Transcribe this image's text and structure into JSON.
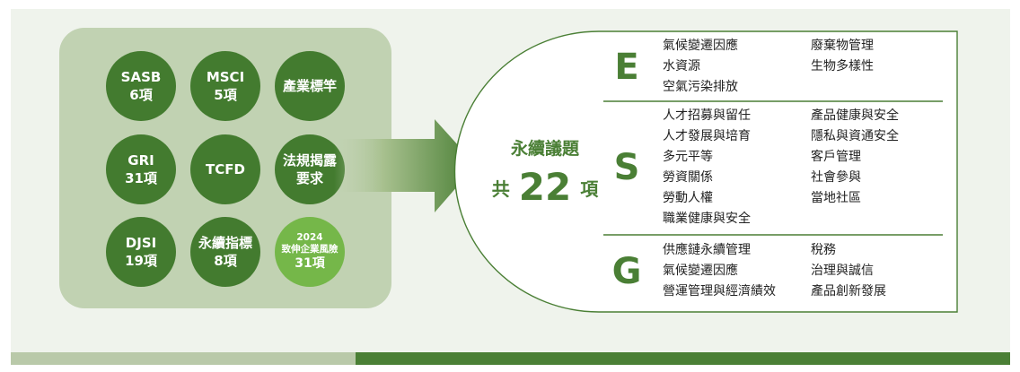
{
  "frameworks": [
    {
      "id": "sasb",
      "lines": [
        "SASB",
        "6項"
      ]
    },
    {
      "id": "msci",
      "lines": [
        "MSCI",
        "5項"
      ]
    },
    {
      "id": "industry",
      "lines": [
        "產業標竿"
      ]
    },
    {
      "id": "gri",
      "lines": [
        "GRI",
        "31項"
      ]
    },
    {
      "id": "tcfd",
      "lines": [
        "TCFD"
      ]
    },
    {
      "id": "regulation",
      "lines": [
        "法規揭露",
        "要求"
      ]
    },
    {
      "id": "djsi",
      "lines": [
        "DJSI",
        "19項"
      ]
    },
    {
      "id": "indicator",
      "lines": [
        "永續指標",
        "8項"
      ]
    },
    {
      "id": "risk",
      "lines": [
        "2024",
        "致伸企業風險",
        "31項"
      ]
    }
  ],
  "center": {
    "title": "永續議題",
    "prefix": "共",
    "count": "22",
    "suffix": "項"
  },
  "sections": {
    "E": {
      "letter": "E",
      "left": [
        "氣候變遷因應",
        "水資源",
        "空氣污染排放"
      ],
      "right": [
        "廢棄物管理",
        "生物多樣性"
      ]
    },
    "S": {
      "letter": "S",
      "left": [
        "人才招募與留任",
        "人才發展與培育",
        "多元平等",
        "勞資關係",
        "勞動人權",
        "職業健康與安全"
      ],
      "right": [
        "產品健康與安全",
        "隱私與資通安全",
        "客戶管理",
        "社會參與",
        "當地社區"
      ]
    },
    "G": {
      "letter": "G",
      "left": [
        "供應鏈永續管理",
        "氣候變遷因應",
        "營運管理與經濟績效"
      ],
      "right": [
        "稅務",
        "治理與誠信",
        "產品創新發展"
      ]
    }
  },
  "colors": {
    "dark_green": "#437b2f",
    "light_green": "#75b749",
    "panel": "#c1d2b2",
    "background": "#eff3ec",
    "text_green": "#4a7f35"
  }
}
